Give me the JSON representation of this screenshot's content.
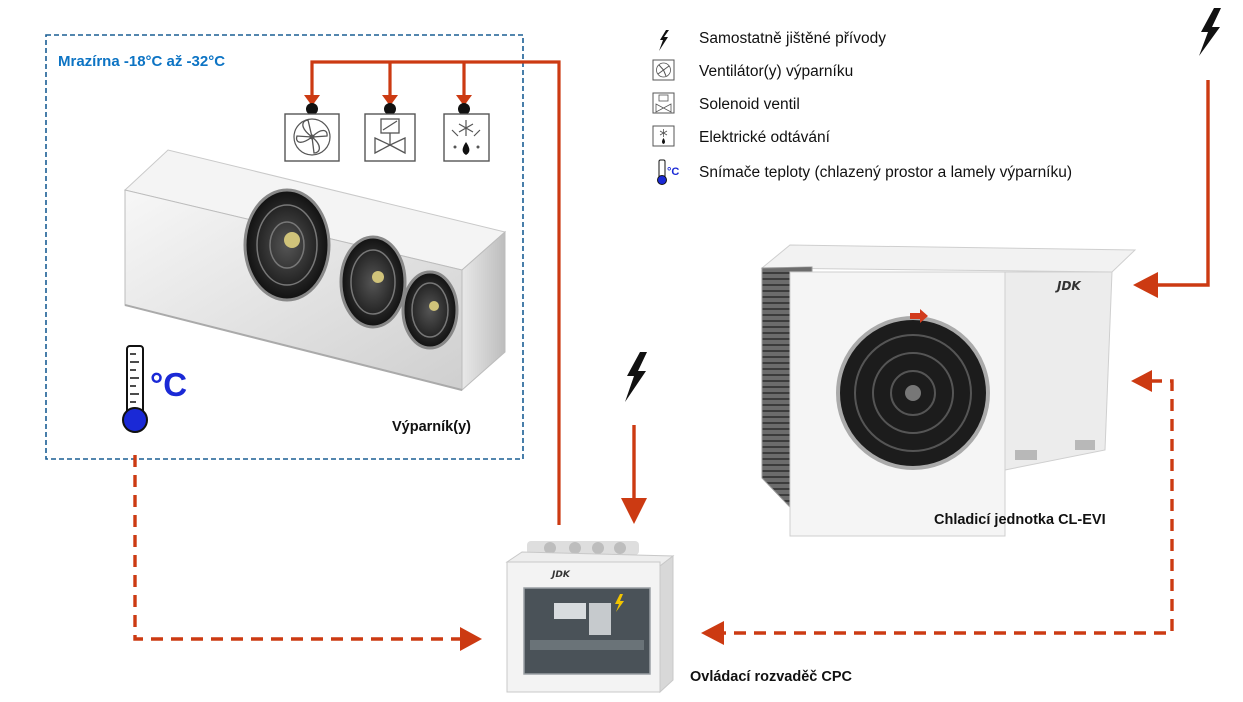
{
  "zone": {
    "title": "Mrazírna -18°C až -32°C"
  },
  "evaporator": {
    "caption": "Výparník(y)"
  },
  "outdoor_unit": {
    "caption": "Chladicí jednotka CL-EVI",
    "brand": "JDK"
  },
  "controller": {
    "caption": "Ovládací rozvaděč CPC",
    "brand": "JDK"
  },
  "temperature_sensor": {
    "unit": "°C"
  },
  "legend": {
    "items": [
      {
        "icon": "lightning-bolt-icon",
        "label": "Samostatně jištěné přívody"
      },
      {
        "icon": "fan-icon",
        "label": "Ventilátor(y) výparníku"
      },
      {
        "icon": "solenoid-valve-icon",
        "label": "Solenoid ventil"
      },
      {
        "icon": "defrost-heater-icon",
        "label": "Elektrické odtávání"
      },
      {
        "icon": "thermometer-icon",
        "unit": "°C",
        "label": "Snímače teploty (chlazený prostor a lamely výparníku)"
      }
    ]
  },
  "colors": {
    "wiring": "#cc3a12",
    "zone_border": "#1a5e94",
    "zone_title": "#0d74c4",
    "sensor": "#1a29d6"
  }
}
